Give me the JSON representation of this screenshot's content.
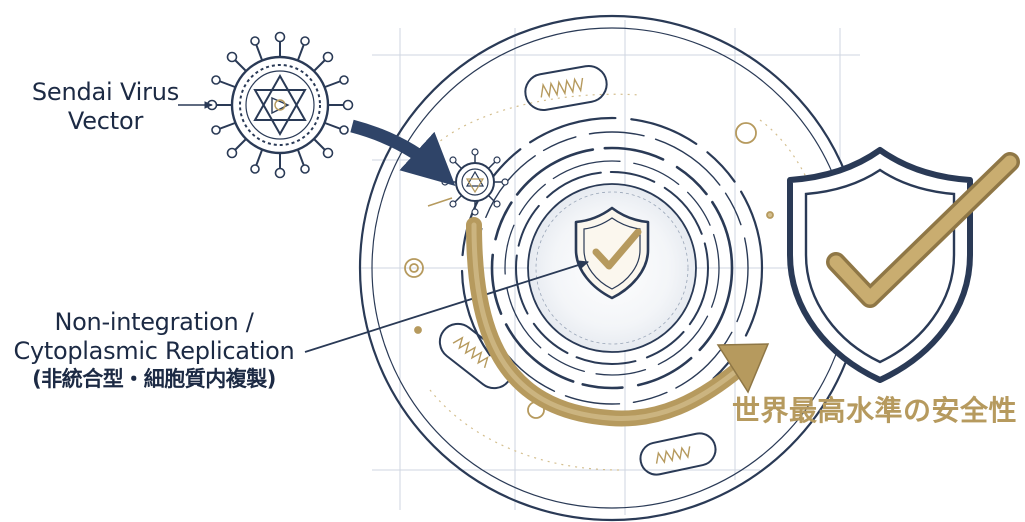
{
  "labels": {
    "sendai_virus_vector": [
      "Sendai Virus",
      "Vector"
    ],
    "non_integration": {
      "line1": "Non-integration /",
      "line2": "Cytoplasmic Replication",
      "line3": "(非統合型・細胞質内複製)"
    },
    "safety_claim": "世界最高水準の安全性"
  },
  "colors": {
    "ink": "#2a3a56",
    "navy_arrow": "#2f4468",
    "gold": "#b69a5e",
    "gold_light": "#d4bf8f",
    "grid": "#cfd6e0"
  },
  "icons": [
    "sendai-virus-icon",
    "small-virus-icon",
    "shield-check-icon",
    "large-shield-check-icon",
    "mitochondrion-icon"
  ]
}
